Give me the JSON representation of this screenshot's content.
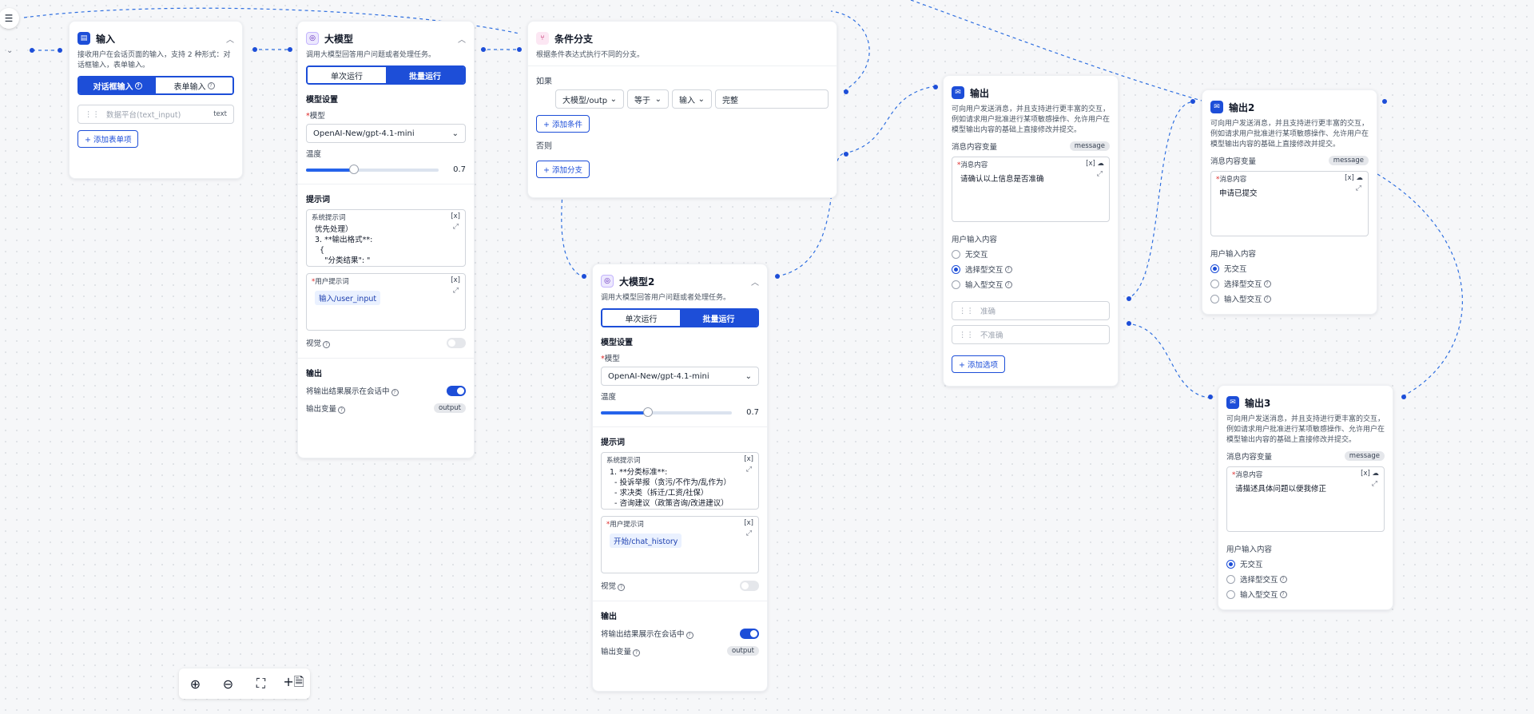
{
  "sidebar": {
    "toggle_icon": "menu-collapse-icon",
    "chevron": "⌄"
  },
  "input_node": {
    "title": "输入",
    "desc": "接收用户在会话页面的输入，支持 2 种形式：对话框输入，表单输入。",
    "tab_dialog": "对话框输入",
    "tab_form": "表单输入",
    "field_placeholder": "数据平台(text_input)",
    "field_type": "text",
    "add_button": "+ 添加表单项"
  },
  "llm1": {
    "title": "大模型",
    "desc": "调用大模型回答用户问题或者处理任务。",
    "tab_single": "单次运行",
    "tab_batch": "批量运行",
    "model_section": "模型设置",
    "model_label": "模型",
    "model_value": "OpenAI-New/gpt-4.1-mini",
    "temp_label": "温度",
    "temp_value": "0.7",
    "temp_fraction": 0.36,
    "prompt_section": "提示词",
    "system_label": "系统提示词",
    "system_text": "优先处理）\n3. **输出格式**:\n  {\n    \"分类结果\": \"",
    "user_label": "用户提示词",
    "user_chip": "输入/user_input",
    "vision_label": "视觉",
    "vision_on": false,
    "output_section": "输出",
    "show_label": "将输出结果展示在会话中",
    "show_on": true,
    "var_label": "输出变量",
    "var_value": "output"
  },
  "branch": {
    "title": "条件分支",
    "desc": "根据条件表达式执行不同的分支。",
    "if_label": "如果",
    "var_select": "大模型/outp",
    "op_select": "等于",
    "src_select": "输入",
    "value": "完整",
    "add_condition": "+ 添加条件",
    "else_label": "否则",
    "add_branch": "+ 添加分支"
  },
  "llm2": {
    "title": "大模型2",
    "desc": "调用大模型回答用户问题或者处理任务。",
    "tab_single": "单次运行",
    "tab_batch": "批量运行",
    "model_section": "模型设置",
    "model_label": "模型",
    "model_value": "OpenAI-New/gpt-4.1-mini",
    "temp_label": "温度",
    "temp_value": "0.7",
    "temp_fraction": 0.36,
    "prompt_section": "提示词",
    "system_label": "系统提示词",
    "system_text": "1. **分类标准**:\n  - 投诉举报（贪污/不作为/乱作为）\n  - 求决类（拆迁/工资/社保）\n  - 咨询建议（政策咨询/改进建议）",
    "user_label": "用户提示词",
    "user_chip": "开始/chat_history",
    "vision_label": "视觉",
    "vision_on": false,
    "output_section": "输出",
    "show_label": "将输出结果展示在会话中",
    "show_on": true,
    "var_label": "输出变量",
    "var_value": "output"
  },
  "out1": {
    "title": "输出",
    "desc": "可向用户发送消息，并且支持进行更丰富的交互，例如请求用户批准进行某项敏感操作、允许用户在模型输出内容的基础上直接修改并提交。",
    "var_label": "消息内容变量",
    "var_badge": "message",
    "content_label": "消息内容",
    "content_text": "请确认以上信息是否准确",
    "interact_label": "用户输入内容",
    "options": [
      "无交互",
      "选择型交互",
      "输入型交互"
    ],
    "selected": 1,
    "choice1": "准确",
    "choice2": "不准确",
    "add_option": "+ 添加选项"
  },
  "out2": {
    "title": "输出2",
    "desc": "可向用户发送消息，并且支持进行更丰富的交互，例如请求用户批准进行某项敏感操作、允许用户在模型输出内容的基础上直接修改并提交。",
    "var_label": "消息内容变量",
    "var_badge": "message",
    "content_label": "消息内容",
    "content_text": "申请已提交",
    "interact_label": "用户输入内容",
    "options": [
      "无交互",
      "选择型交互",
      "输入型交互"
    ],
    "selected": 0
  },
  "out3": {
    "title": "输出3",
    "desc": "可向用户发送消息，并且支持进行更丰富的交互，例如请求用户批准进行某项敏感操作、允许用户在模型输出内容的基础上直接修改并提交。",
    "var_label": "消息内容变量",
    "var_badge": "message",
    "content_label": "消息内容",
    "content_text": "请描述具体问题以便我修正",
    "interact_label": "用户输入内容",
    "options": [
      "无交互",
      "选择型交互",
      "输入型交互"
    ],
    "selected": 0
  },
  "toolbar": {
    "zoom_in": "⊕",
    "zoom_out": "⊖",
    "fit": "⛶",
    "add": "+🗎"
  },
  "colors": {
    "accent": "#1d4ed8",
    "edge": "#2563eb"
  }
}
